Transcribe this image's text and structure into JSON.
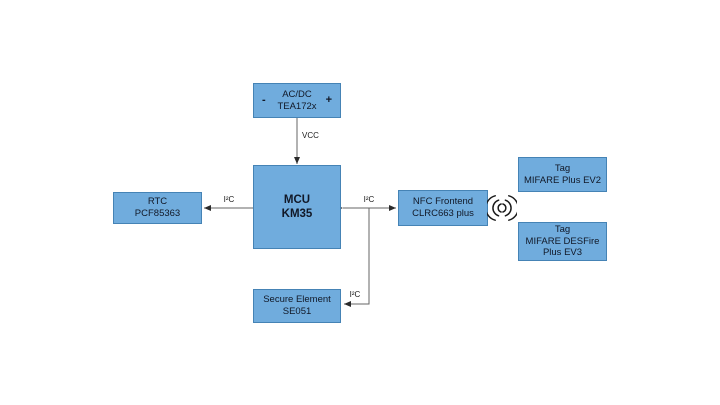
{
  "colors": {
    "background": "#FFFFFF",
    "box_fill": "#70ACDD",
    "box_border": "#4583B5",
    "wire": "#666666",
    "arrowhead": "#2B2B2B",
    "text": "#1A1A1A"
  },
  "boxes": {
    "acdc": {
      "minus": "-",
      "line1": "AC/DC",
      "line2": "TEA172x",
      "plus": "+"
    },
    "mcu": {
      "line1": "MCU",
      "line2": "KM35"
    },
    "rtc": {
      "line1": "RTC",
      "line2": "PCF85363"
    },
    "nfc": {
      "line1": "NFC Frontend",
      "line2": "CLRC663 plus"
    },
    "secure_element": {
      "line1": "Secure Element",
      "line2": "SE051"
    },
    "tag1": {
      "line1": "Tag",
      "line2": "MIFARE Plus EV2"
    },
    "tag2": {
      "line1": "Tag",
      "line2": "MIFARE DESFire",
      "line3": "Plus EV3"
    }
  },
  "connector_labels": {
    "vcc": "VCC",
    "i2c_rtc": "I²C",
    "i2c_nfc": "I²C",
    "i2c_secure": "I²C"
  },
  "icons": {
    "rf": "rf-waves-icon"
  }
}
